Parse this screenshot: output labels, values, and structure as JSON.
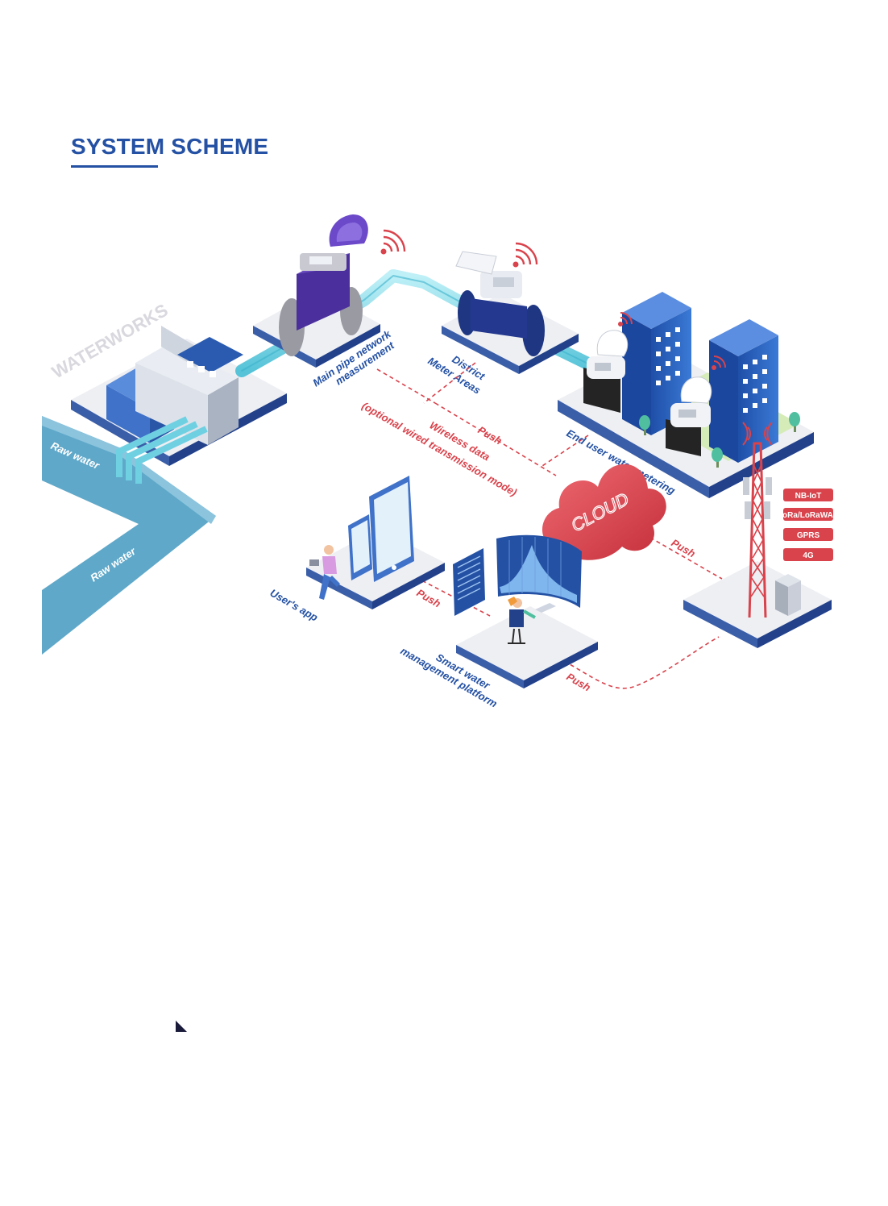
{
  "title": "SYSTEM SCHEME",
  "labels": {
    "raw_water_1": "Raw water",
    "raw_water_2": "Raw water",
    "main_pipe_1": "Main pipe network",
    "main_pipe_2": "measurement",
    "district_1": "District",
    "district_2": "Meter Areas",
    "end_user": "End user water metering",
    "wireless_1": "Wireless data",
    "wireless_2": "(optional wired transmission mode)",
    "push_1": "Push",
    "push_2": "Push",
    "push_3": "Push",
    "push_4": "Push",
    "cloud": "CLOUD",
    "users_app": "User's app",
    "platform_1": "Smart water",
    "platform_2": "management platform"
  },
  "protocols": [
    "NB-IoT",
    "LoRa/LoRaWAN",
    "GPRS",
    "4G"
  ],
  "colors": {
    "brand_blue": "#2451a4",
    "accent_red": "#d9434c",
    "pipe_cyan": "#7fd6e6",
    "river_blue": "#5fa8c9",
    "platform_gray": "#eeeff3"
  }
}
